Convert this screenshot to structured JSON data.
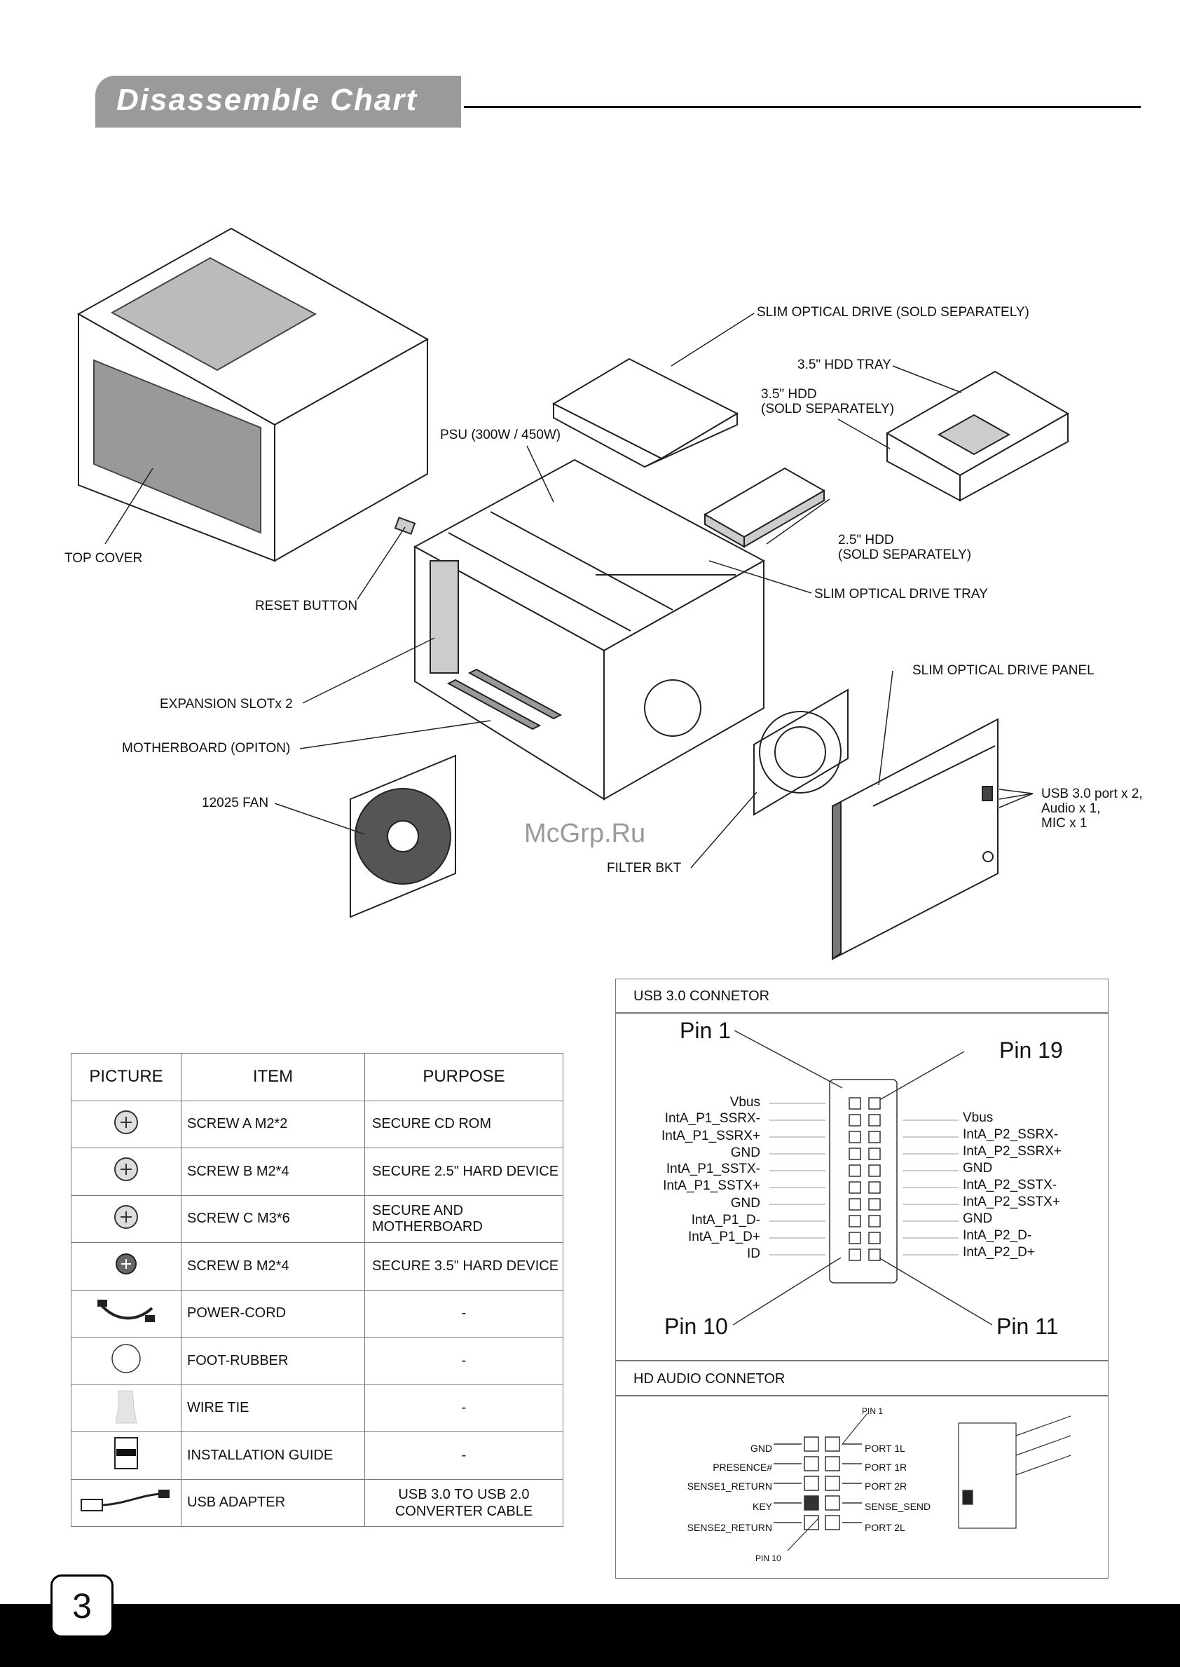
{
  "header": {
    "title": "Disassemble Chart"
  },
  "watermark": "McGrp.Ru",
  "labels": {
    "top_cover": "TOP COVER",
    "reset_button": "RESET BUTTON",
    "expansion_slot": "EXPANSION SLOTx 2",
    "motherboard": "MOTHERBOARD (OPITON)",
    "fan": "12025 FAN",
    "psu": "PSU (300W / 450W)",
    "slim_odd": "SLIM OPTICAL DRIVE (SOLD SEPARATELY)",
    "hdd_tray": "3.5\" HDD TRAY",
    "hdd35": "3.5\" HDD\n(SOLD SEPARATELY)",
    "hdd25": "2.5\" HDD\n(SOLD SEPARATELY)",
    "slim_odd_tray": "SLIM OPTICAL DRIVE TRAY",
    "slim_odd_panel": "SLIM OPTICAL DRIVE PANEL",
    "front_ports": "USB 3.0 port x 2,\nAudio x 1,\nMIC x 1",
    "filter_bkt": "FILTER BKT"
  },
  "parts_table": {
    "headers": [
      "PICTURE",
      "ITEM",
      "PURPOSE"
    ],
    "rows": [
      {
        "item": "SCREW A M2*2",
        "purpose": "SECURE CD ROM"
      },
      {
        "item": "SCREW B M2*4",
        "purpose": "SECURE 2.5\" HARD DEVICE"
      },
      {
        "item": "SCREW C M3*6",
        "purpose": "SECURE AND MOTHERBOARD"
      },
      {
        "item": "SCREW B M2*4",
        "purpose": "SECURE 3.5\" HARD DEVICE"
      },
      {
        "item": "POWER-CORD",
        "purpose": "-"
      },
      {
        "item": "FOOT-RUBBER",
        "purpose": "-"
      },
      {
        "item": "WIRE TIE",
        "purpose": "-"
      },
      {
        "item": "INSTALLATION GUIDE",
        "purpose": "-"
      },
      {
        "item": "USB ADAPTER",
        "purpose": "USB 3.0 TO USB 2.0\nCONVERTER CABLE"
      }
    ]
  },
  "usb30": {
    "title": "USB 3.0 CONNETOR",
    "pin1": "Pin 1",
    "pin19": "Pin 19",
    "pin10": "Pin 10",
    "pin11": "Pin 11",
    "left": [
      "Vbus",
      "IntA_P1_SSRX-",
      "IntA_P1_SSRX+",
      "GND",
      "IntA_P1_SSTX-",
      "IntA_P1_SSTX+",
      "GND",
      "IntA_P1_D-",
      "IntA_P1_D+",
      "ID"
    ],
    "right": [
      "Vbus",
      "IntA_P2_SSRX-",
      "IntA_P2_SSRX+",
      "GND",
      "IntA_P2_SSTX-",
      "IntA_P2_SSTX+",
      "GND",
      "IntA_P2_D-",
      "IntA_P2_D+"
    ]
  },
  "hdaudio": {
    "title": "HD AUDIO CONNETOR",
    "pin1": "PIN 1",
    "pin10": "PIN 10",
    "left": [
      "GND",
      "PRESENCE#",
      "SENSE1_RETURN",
      "KEY",
      "SENSE2_RETURN"
    ],
    "right": [
      "PORT 1L",
      "PORT 1R",
      "PORT 2R",
      "SENSE_SEND",
      "PORT 2L"
    ]
  },
  "page_number": "3"
}
